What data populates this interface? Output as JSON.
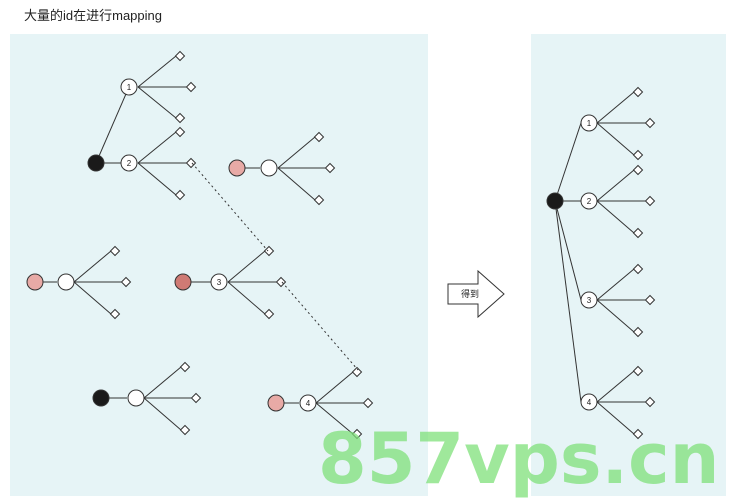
{
  "title": "大量的id在进行mapping",
  "arrow_label": "得到",
  "watermark": "857vps.cn",
  "colors": {
    "panel_bg": "#e6f4f6",
    "root_black": "#1a1a1a",
    "root_pink": "#e8aaa6",
    "root_pink_dark": "#cf7a74",
    "line": "#333333",
    "watermark": "#7fe07a"
  },
  "left_tree_labels": [
    "1",
    "2",
    "3",
    "4"
  ],
  "right_tree_labels": [
    "1",
    "2",
    "3",
    "4"
  ]
}
